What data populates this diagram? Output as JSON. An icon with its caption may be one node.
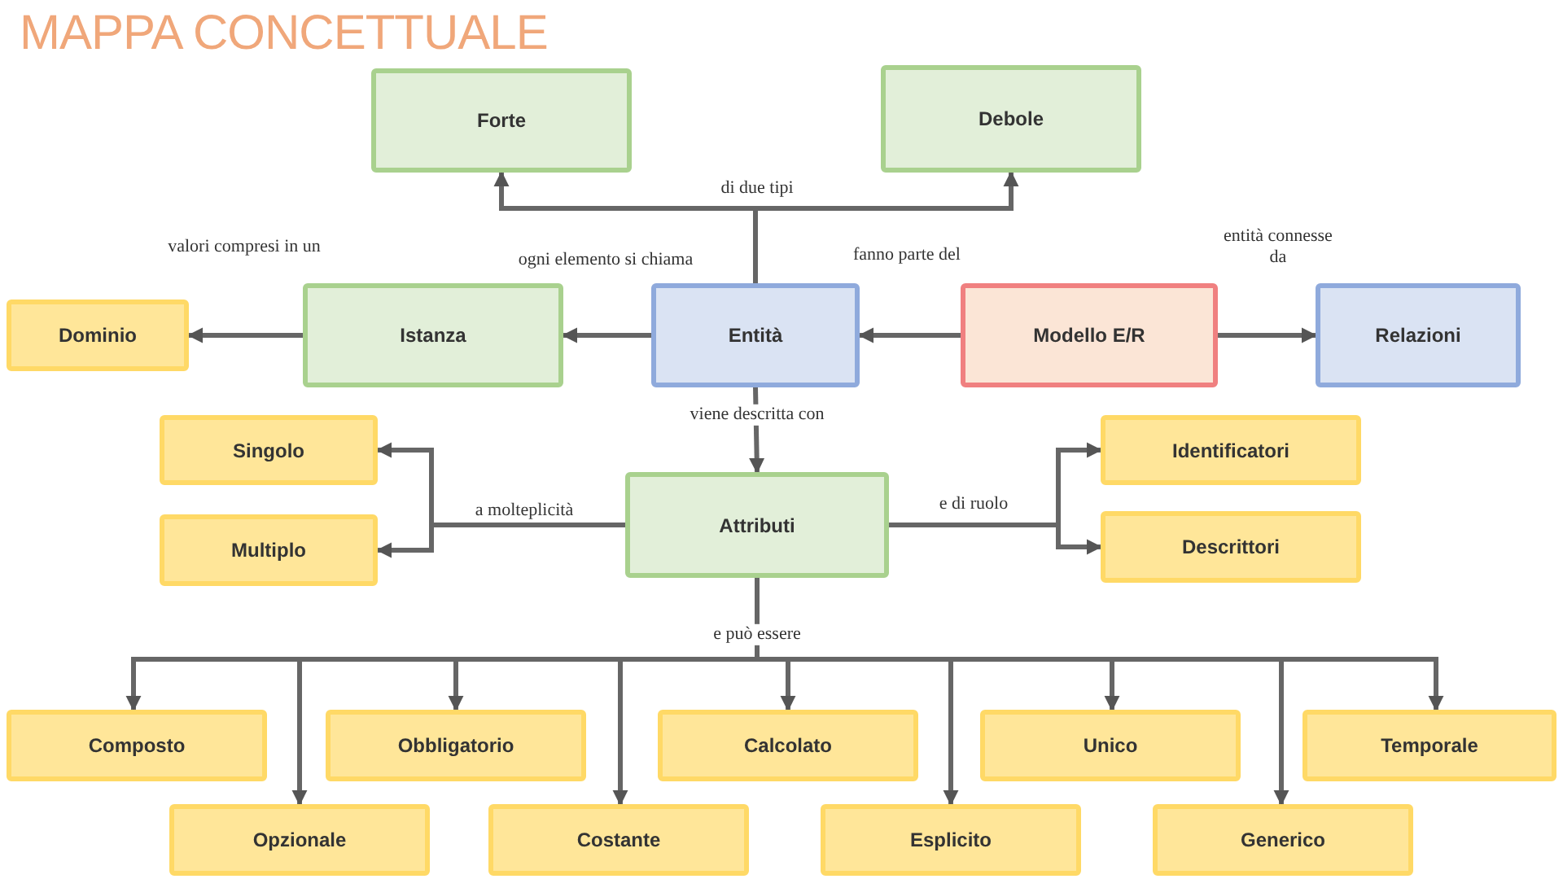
{
  "diagram": {
    "title": "MAPPA CONCETTUALE",
    "nodes": [
      {
        "text": [
          "Forte"
        ]
      },
      {
        "text": [
          "Debole"
        ]
      },
      {
        "text": [
          "Dominio"
        ]
      },
      {
        "text": [
          "Istanza"
        ]
      },
      {
        "text": [
          "Entità"
        ]
      },
      {
        "text": [
          "Modello E/R"
        ]
      },
      {
        "text": [
          "Relazioni"
        ]
      },
      {
        "text": [
          "Singolo"
        ]
      },
      {
        "text": [
          "Multiplo"
        ]
      },
      {
        "text": [
          "Attributi"
        ]
      },
      {
        "text": [
          "Identificatori"
        ]
      },
      {
        "text": [
          "Descrittori"
        ]
      },
      {
        "text": [
          "Composto"
        ]
      },
      {
        "text": [
          "Obbligatorio"
        ]
      },
      {
        "text": [
          "Calcolato"
        ]
      },
      {
        "text": [
          "Unico"
        ]
      },
      {
        "text": [
          "Temporale"
        ]
      },
      {
        "text": [
          "Opzionale"
        ]
      },
      {
        "text": [
          "Costante"
        ]
      },
      {
        "text": [
          "Esplicito"
        ]
      },
      {
        "text": [
          "Generico"
        ]
      }
    ],
    "edges": [
      {
        "from": 4,
        "to": 0,
        "arrow": "to",
        "label": "di due tipi"
      },
      {
        "from": 4,
        "to": 1,
        "arrow": "to"
      },
      {
        "from": 4,
        "to": 3,
        "arrow": "to",
        "label": "ogni elemento si chiama"
      },
      {
        "from": 3,
        "to": 2,
        "arrow": "to",
        "label": "valori compresi in un"
      },
      {
        "from": 5,
        "to": 4,
        "arrow": "to",
        "label": "fanno parte del"
      },
      {
        "from": 5,
        "to": 6,
        "arrow": "to",
        "label": "entità connesse da"
      },
      {
        "from": 4,
        "to": 9,
        "arrow": "to",
        "label": "viene descritta con"
      },
      {
        "from": 9,
        "to": 7,
        "arrow": "to",
        "label": "a molteplicità"
      },
      {
        "from": 9,
        "to": 8,
        "arrow": "to"
      },
      {
        "from": 9,
        "to": 10,
        "arrow": "to",
        "label": "e di ruolo"
      },
      {
        "from": 9,
        "to": 11,
        "arrow": "to"
      },
      {
        "from": 9,
        "to": 12,
        "arrow": "to",
        "label": "e può essere"
      },
      {
        "from": 9,
        "to": 17,
        "arrow": "to"
      },
      {
        "from": 9,
        "to": 13,
        "arrow": "to"
      },
      {
        "from": 9,
        "to": 18,
        "arrow": "to"
      },
      {
        "from": 9,
        "to": 14,
        "arrow": "to"
      },
      {
        "from": 9,
        "to": 19,
        "arrow": "to"
      },
      {
        "from": 9,
        "to": 15,
        "arrow": "to"
      },
      {
        "from": 9,
        "to": 20,
        "arrow": "to"
      },
      {
        "from": 9,
        "to": 16,
        "arrow": "to"
      }
    ]
  }
}
